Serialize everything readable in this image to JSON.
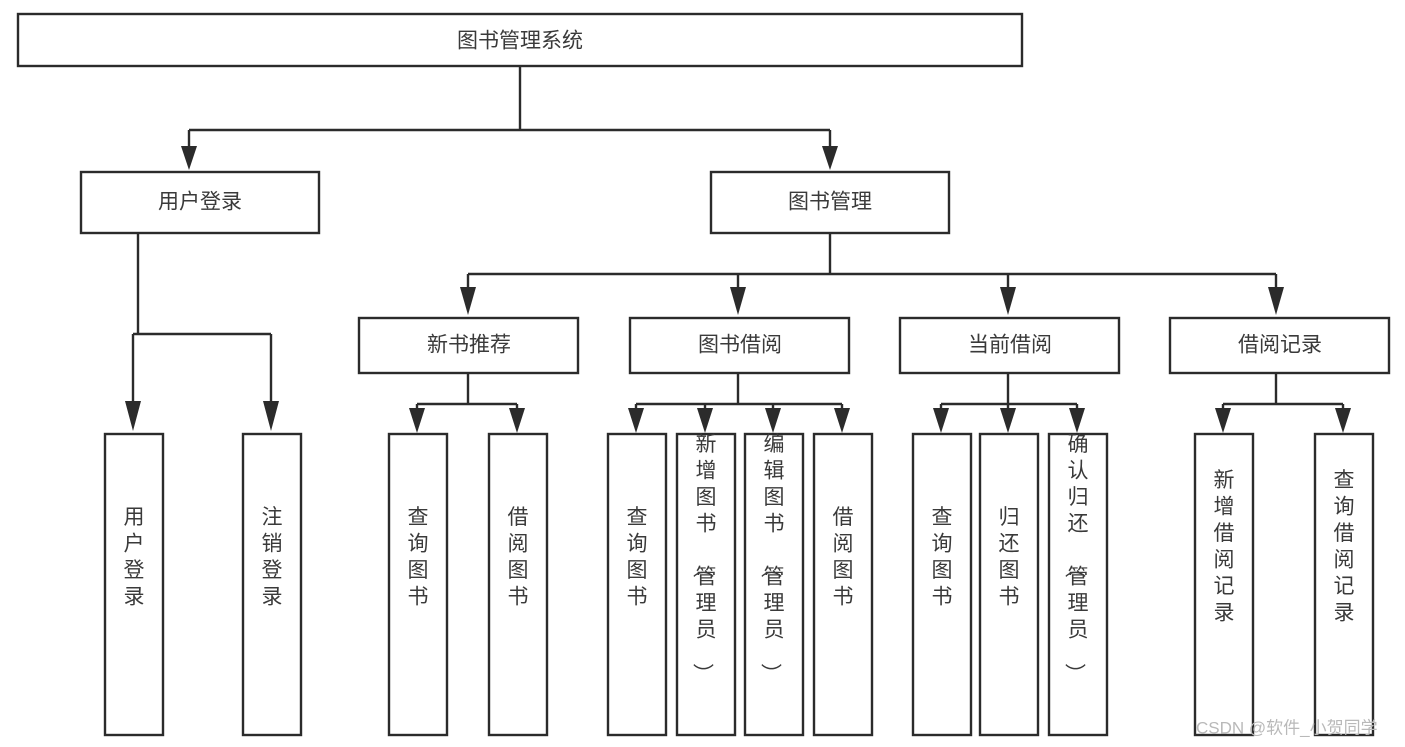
{
  "diagram": {
    "title": "图书管理系统",
    "type": "functional-structure-tree",
    "orientation": "top-down",
    "stroke_color": "#2b2b2b",
    "text_color": "#3a3a3a",
    "box_fill": "#ffffff",
    "background": "#ffffff"
  },
  "root": {
    "label": "图书管理系统",
    "text_orientation": "horizontal"
  },
  "level2": [
    {
      "label": "用户登录",
      "text_orientation": "horizontal"
    },
    {
      "label": "图书管理",
      "text_orientation": "horizontal"
    }
  ],
  "level3": [
    {
      "label": "新书推荐",
      "text_orientation": "horizontal",
      "parent": "图书管理"
    },
    {
      "label": "图书借阅",
      "text_orientation": "horizontal",
      "parent": "图书管理"
    },
    {
      "label": "当前借阅",
      "text_orientation": "horizontal",
      "parent": "图书管理"
    },
    {
      "label": "借阅记录",
      "text_orientation": "horizontal",
      "parent": "图书管理"
    }
  ],
  "leaves": {
    "user_login": [
      {
        "label": "用户登录",
        "text_orientation": "vertical"
      },
      {
        "label": "注销登录",
        "text_orientation": "vertical"
      }
    ],
    "new_book_recommend": [
      {
        "label": "查询图书",
        "text_orientation": "vertical"
      },
      {
        "label": "借阅图书",
        "text_orientation": "vertical"
      }
    ],
    "book_borrow": [
      {
        "label": "查询图书",
        "text_orientation": "vertical"
      },
      {
        "label": "新增图书（管理员）",
        "text_orientation": "vertical"
      },
      {
        "label": "编辑图书（管理员）",
        "text_orientation": "vertical"
      },
      {
        "label": "借阅图书",
        "text_orientation": "vertical"
      }
    ],
    "current_borrow": [
      {
        "label": "查询图书",
        "text_orientation": "vertical"
      },
      {
        "label": "归还图书",
        "text_orientation": "vertical"
      },
      {
        "label": "确认归还（管理员）",
        "text_orientation": "vertical"
      }
    ],
    "borrow_record": [
      {
        "label": "新增借阅记录",
        "text_orientation": "vertical"
      },
      {
        "label": "查询借阅记录",
        "text_orientation": "vertical"
      }
    ]
  },
  "watermark": {
    "text": "CSDN @软件_小贺同学",
    "color": "#b9b9b9"
  }
}
